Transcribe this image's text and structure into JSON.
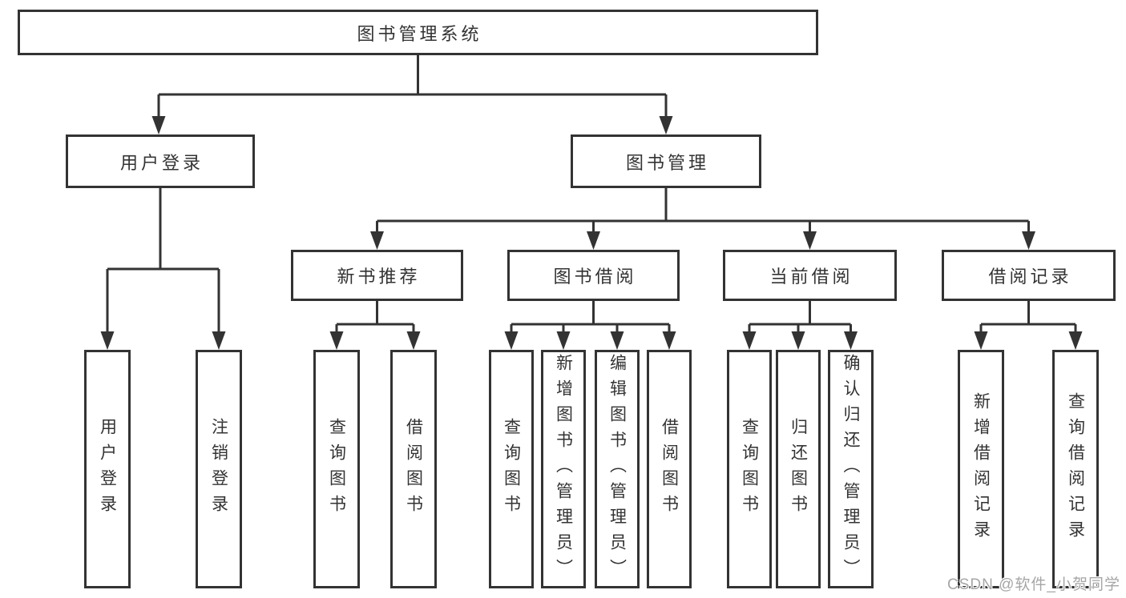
{
  "diagram": {
    "type": "hierarchy-tree",
    "colors": {
      "background": "#ffffff",
      "line": "#333333",
      "text": "#333333",
      "box_fill": "#ffffff",
      "watermark": "#a6a6a6"
    },
    "watermark": "CSDN @软件_小贺同学",
    "nodes": {
      "root": {
        "label": "图书管理系统"
      },
      "user_login": {
        "label": "用户登录"
      },
      "book_mgmt": {
        "label": "图书管理"
      },
      "new_book_rec": {
        "label": "新书推荐"
      },
      "book_borrow": {
        "label": "图书借阅"
      },
      "current_borrow": {
        "label": "当前借阅"
      },
      "borrow_records": {
        "label": "借阅记录"
      },
      "ul_login": {
        "label": "用户登录"
      },
      "ul_logout": {
        "label": "注销登录"
      },
      "nbr_query": {
        "label": "查询图书"
      },
      "nbr_borrow": {
        "label": "借阅图书"
      },
      "bb_query": {
        "label": "查询图书"
      },
      "bb_add": {
        "label": "新增图书（管理员）"
      },
      "bb_edit": {
        "label": "编辑图书（管理员）"
      },
      "bb_borrow": {
        "label": "借阅图书"
      },
      "cb_query": {
        "label": "查询图书"
      },
      "cb_return": {
        "label": "归还图书"
      },
      "cb_confirm": {
        "label": "确认归还（管理员）"
      },
      "br_add": {
        "label": "新增借阅记录"
      },
      "br_query": {
        "label": "查询借阅记录"
      }
    },
    "hierarchy": [
      {
        "parent": "图书管理系统",
        "children": [
          "用户登录",
          "图书管理"
        ]
      },
      {
        "parent": "用户登录",
        "children": [
          "用户登录",
          "注销登录"
        ]
      },
      {
        "parent": "图书管理",
        "children": [
          "新书推荐",
          "图书借阅",
          "当前借阅",
          "借阅记录"
        ]
      },
      {
        "parent": "新书推荐",
        "children": [
          "查询图书",
          "借阅图书"
        ]
      },
      {
        "parent": "图书借阅",
        "children": [
          "查询图书",
          "新增图书（管理员）",
          "编辑图书（管理员）",
          "借阅图书"
        ]
      },
      {
        "parent": "当前借阅",
        "children": [
          "查询图书",
          "归还图书",
          "确认归还（管理员）"
        ]
      },
      {
        "parent": "借阅记录",
        "children": [
          "新增借阅记录",
          "查询借阅记录"
        ]
      }
    ]
  }
}
